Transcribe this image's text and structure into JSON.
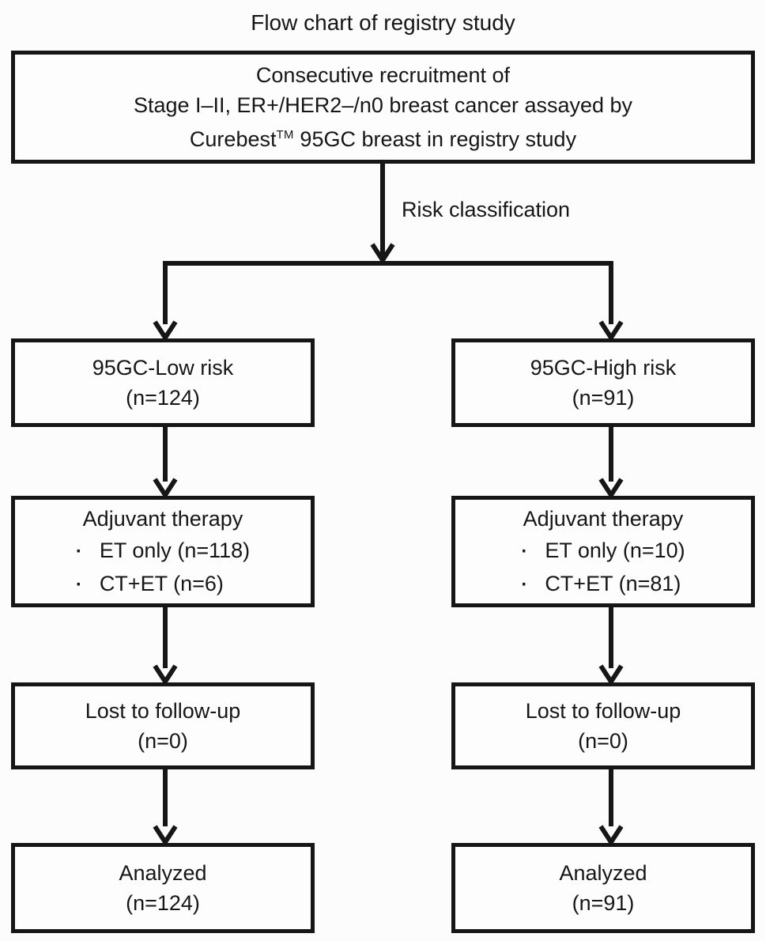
{
  "theme": {
    "ink": "#161616",
    "bg": "#fcfcfc"
  },
  "title": "Flow chart of registry study",
  "top_box": {
    "line1": "Consecutive recruitment of",
    "line2": "Stage I–II, ER+/HER2–/n0 breast cancer assayed by",
    "line3_prefix": "Curebest",
    "line3_sup": "TM",
    "line3_suffix": " 95GC breast in registry study"
  },
  "risk_label": "Risk classification",
  "bullet": "·",
  "columns": {
    "left": {
      "risk": {
        "line1": "95GC-Low risk",
        "line2": "(n=124)"
      },
      "adjuvant": {
        "title": "Adjuvant therapy",
        "items": [
          "ET only (n=118)",
          "CT+ET (n=6)"
        ]
      },
      "lost": {
        "line1": "Lost to follow-up",
        "line2": "(n=0)"
      },
      "analyzed": {
        "line1": "Analyzed",
        "line2": "(n=124)"
      }
    },
    "right": {
      "risk": {
        "line1": "95GC-High risk",
        "line2": "(n=91)"
      },
      "adjuvant": {
        "title": "Adjuvant therapy",
        "items": [
          "ET only (n=10)",
          "CT+ET (n=81)"
        ]
      },
      "lost": {
        "line1": "Lost to follow-up",
        "line2": "(n=0)"
      },
      "analyzed": {
        "line1": "Analyzed",
        "line2": "(n=91)"
      }
    }
  }
}
